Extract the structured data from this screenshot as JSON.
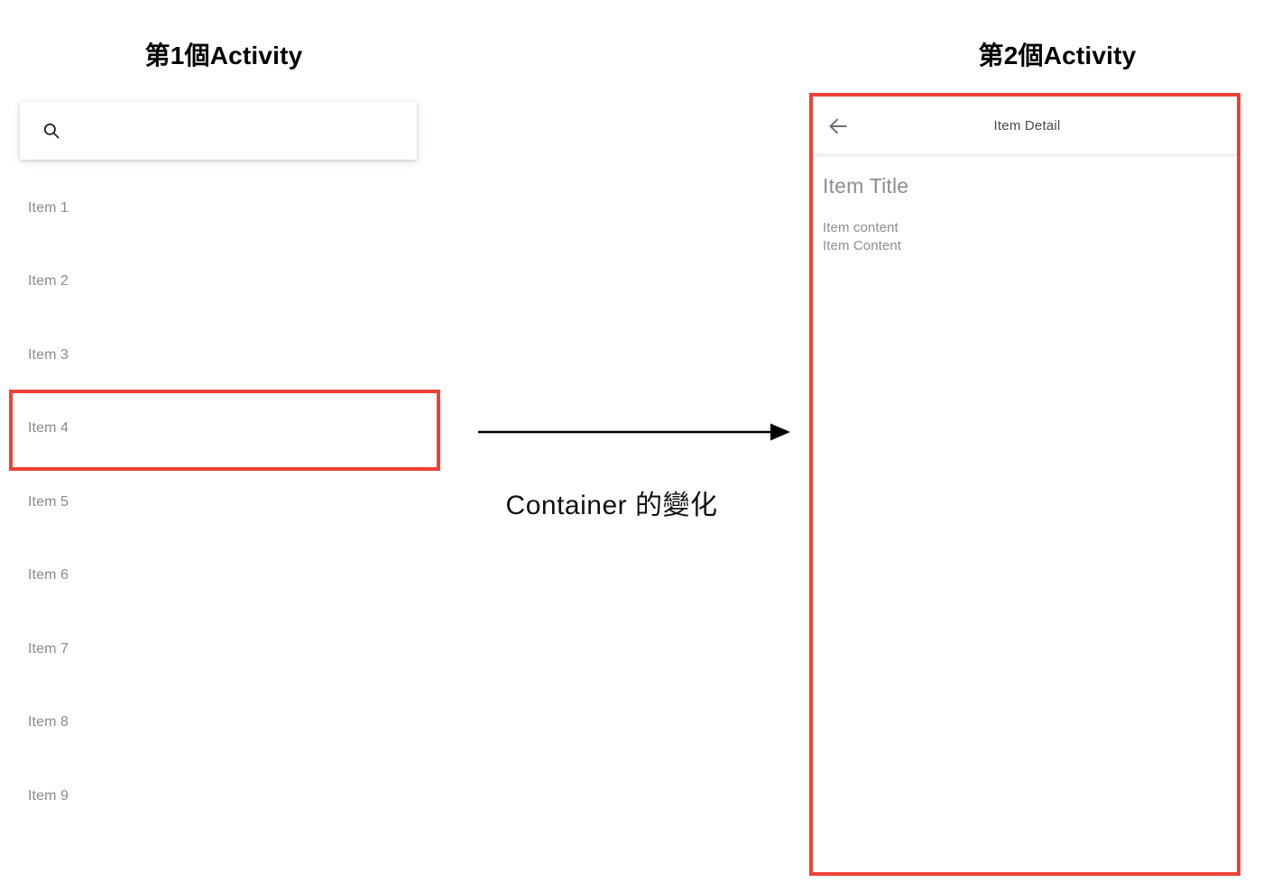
{
  "theme": {
    "highlight_color": "#ef4136",
    "muted_text_color": "#8b8b8b",
    "title_color": "#000000",
    "background": "#ffffff"
  },
  "left_activity": {
    "heading": "第1個Activity",
    "search": {
      "icon": "search-icon",
      "value": "",
      "placeholder": ""
    },
    "items": [
      {
        "label": "Item 1",
        "selected": false
      },
      {
        "label": "Item 2",
        "selected": false
      },
      {
        "label": "Item 3",
        "selected": false
      },
      {
        "label": "Item 4",
        "selected": true
      },
      {
        "label": "Item 5",
        "selected": false
      },
      {
        "label": "Item 6",
        "selected": false
      },
      {
        "label": "Item 7",
        "selected": false
      },
      {
        "label": "Item 8",
        "selected": false
      },
      {
        "label": "Item 9",
        "selected": false
      }
    ]
  },
  "transition": {
    "arrow_icon": "arrow-right-icon",
    "caption": "Container 的變化"
  },
  "right_activity": {
    "heading": "第2個Activity",
    "appbar": {
      "back_icon": "arrow-back-icon",
      "title": "Item Detail"
    },
    "detail": {
      "title": "Item Title",
      "lines": [
        "Item content",
        "Item Content"
      ]
    }
  }
}
